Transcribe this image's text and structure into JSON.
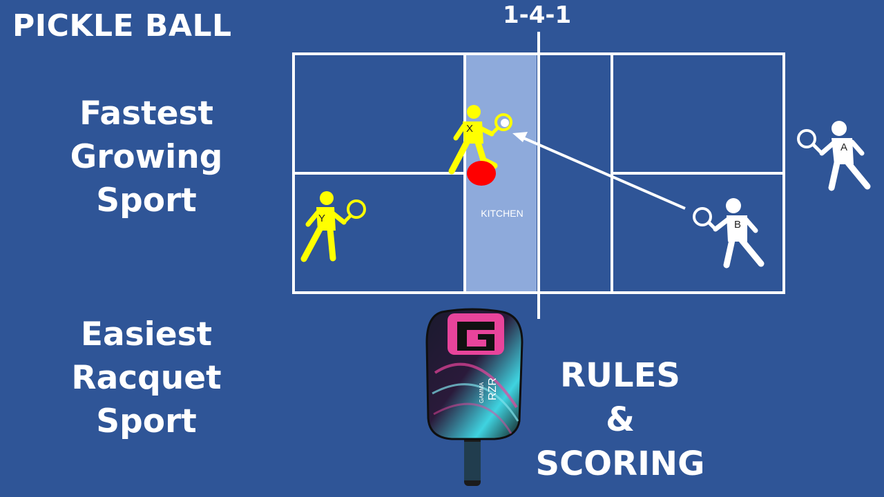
{
  "title": "PICKLE BALL",
  "score_label": "1-4-1",
  "left_texts": {
    "top": [
      "Fastest",
      "Growing",
      "Sport"
    ],
    "bottom": [
      "Easiest",
      "Racquet",
      "Sport"
    ]
  },
  "rules_text": [
    "RULES",
    "&",
    "SCORING"
  ],
  "court": {
    "kitchen_label": "KITCHEN"
  },
  "players": {
    "x": "X",
    "y": "Y",
    "a": "A",
    "b": "B"
  },
  "paddle": {
    "brand": "GAMMA",
    "model": "RZR"
  },
  "colors": {
    "background": "#2f5597",
    "court_line": "#ffffff",
    "kitchen": "#8eaadb",
    "player_yellow": "#ffff00",
    "ball_red": "#ff0000",
    "paddle_pink": "#e8449b"
  }
}
